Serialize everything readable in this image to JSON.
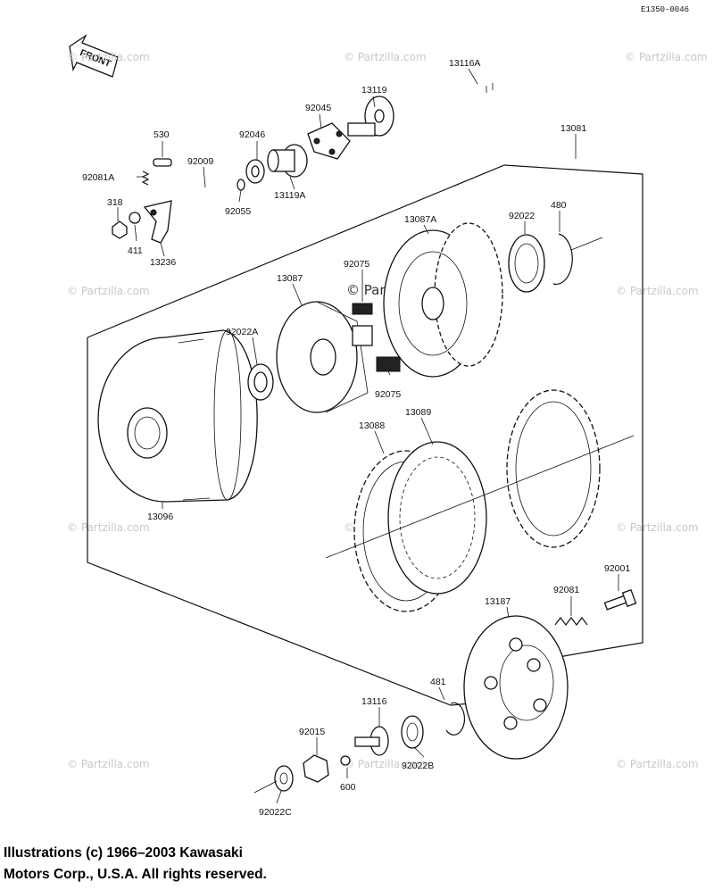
{
  "document_code": "E1350-0046",
  "front_arrow_label": "FRONT",
  "watermark": "© Partzilla.com",
  "copyright_lines": [
    "Illustrations (c) 1966–2003 Kawasaki",
    "Motors Corp., U.S.A.  All rights reserved."
  ],
  "part_labels": {
    "p13116A": "13116A",
    "p13119": "13119",
    "p13081": "13081",
    "p92045": "92045",
    "p530": "530",
    "p92046": "92046",
    "p92081A": "92081A",
    "p92009": "92009",
    "p13119A": "13119A",
    "p318": "318",
    "p92055": "92055",
    "p411": "411",
    "p13236": "13236",
    "p13087A": "13087A",
    "p92022": "92022",
    "p480": "480",
    "p92075a": "92075",
    "p13087": "13087",
    "p92022A": "92022A",
    "p92075b": "92075",
    "p13089": "13089",
    "p13088": "13088",
    "p13096": "13096",
    "p92001": "92001",
    "p92081": "92081",
    "p13187": "13187",
    "p481": "481",
    "p13116": "13116",
    "p92015": "92015",
    "p92022B": "92022B",
    "p600": "600",
    "p92022C": "92022C"
  }
}
